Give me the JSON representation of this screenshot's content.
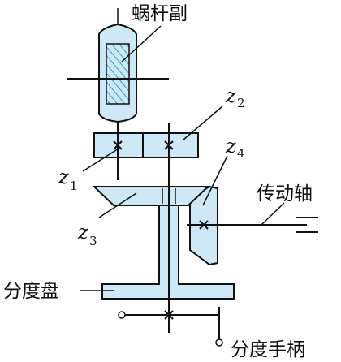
{
  "labels": {
    "worm_pair": "蜗杆副",
    "transmission_shaft": "传动轴",
    "index_plate": "分度盘",
    "index_handle": "分度手柄"
  },
  "gears": {
    "z1": {
      "letter": "z",
      "sub": "1"
    },
    "z2": {
      "letter": "z",
      "sub": "2"
    },
    "z3": {
      "letter": "z",
      "sub": "3"
    },
    "z4": {
      "letter": "z",
      "sub": "4"
    }
  },
  "colors": {
    "part_fill": "#cfe8f5",
    "stroke": "#111111",
    "hatch": "#2a9fd0"
  }
}
